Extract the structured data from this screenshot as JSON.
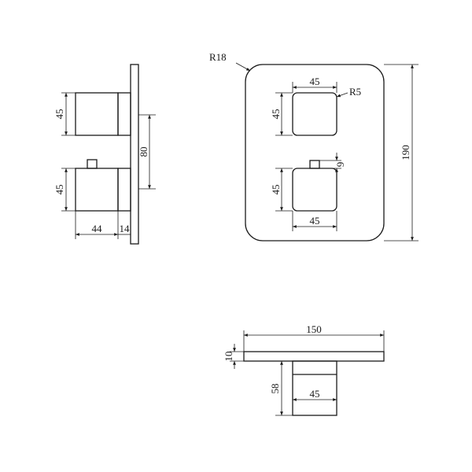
{
  "side_view": {
    "knob_top_height": "45",
    "knob_bottom_height": "45",
    "centre_spacing": "80",
    "knob_depth": "44",
    "plate_thickness": "14"
  },
  "front_view": {
    "corner_radius": "R18",
    "knob_top_width": "45",
    "knob_top_height": "45",
    "knob_corner_radius": "R5",
    "knob_bottom_height": "45",
    "knob_bottom_width": "45",
    "indicator_height": "9",
    "overall_height": "190"
  },
  "top_view": {
    "plate_width": "150",
    "plate_thickness": "10",
    "knob_projection": "58",
    "knob_width": "45"
  }
}
